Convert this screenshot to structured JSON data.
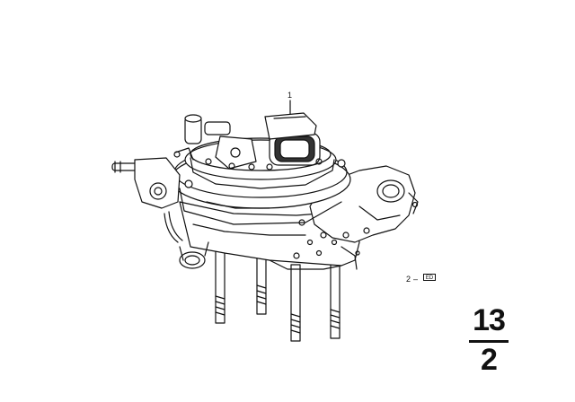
{
  "diagram": {
    "callouts": [
      {
        "id": "1",
        "label": "1"
      },
      {
        "id": "2",
        "label": "2",
        "separator": "–",
        "ref": "ED"
      }
    ],
    "page_ref": {
      "group": "13",
      "sub": "2"
    }
  },
  "colors": {
    "ink": "#111111",
    "paper": "#ffffff"
  }
}
